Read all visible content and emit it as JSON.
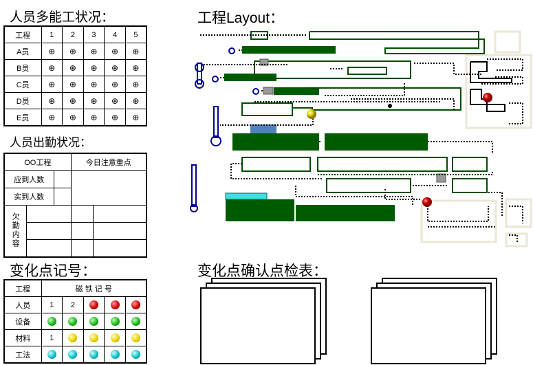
{
  "titles": {
    "skills": "人员多能工状况：",
    "attendance": "人员出勤状况：",
    "change_marks": "变化点记号：",
    "layout": "工程Layout：",
    "checklist": "变化点确认点检表："
  },
  "skills_table": {
    "header": [
      "工程",
      "1",
      "2",
      "3",
      "4",
      "5"
    ],
    "rows": [
      {
        "name": "A员",
        "cells": [
          "⊕",
          "⊕",
          "⊕",
          "⊕",
          "⊕"
        ]
      },
      {
        "name": "B员",
        "cells": [
          "⊕",
          "⊕",
          "⊕",
          "⊕",
          "⊕"
        ]
      },
      {
        "name": "C员",
        "cells": [
          "⊕",
          "⊕",
          "⊕",
          "⊕",
          "⊕"
        ]
      },
      {
        "name": "D员",
        "cells": [
          "⊕",
          "⊕",
          "⊕",
          "⊕",
          "⊕"
        ]
      },
      {
        "name": "E员",
        "cells": [
          "⊕",
          "⊕",
          "⊕",
          "⊕",
          "⊕"
        ]
      }
    ]
  },
  "attendance_table": {
    "process": "OO工程",
    "focus": "今日注意重点",
    "should_count": "应到人数",
    "actual_count": "实到人数",
    "absence": "欠勤内容"
  },
  "change_table": {
    "header_process": "工程",
    "header_magnet": "磁 铁 记 号",
    "rows": [
      {
        "name": "人员",
        "cells": [
          {
            "text": "1"
          },
          {
            "text": "2"
          },
          {
            "color": "red"
          },
          {
            "color": "red"
          },
          {
            "color": "red"
          }
        ]
      },
      {
        "name": "设备",
        "cells": [
          {
            "color": "green"
          },
          {
            "color": "green"
          },
          {
            "color": "green"
          },
          {
            "color": "green"
          },
          {
            "color": "green"
          }
        ]
      },
      {
        "name": "材料",
        "cells": [
          {
            "text": "1"
          },
          {
            "color": "yellow"
          },
          {
            "color": "yellow"
          },
          {
            "color": "yellow"
          },
          {
            "color": "yellow"
          }
        ]
      },
      {
        "name": "工法",
        "cells": [
          {
            "color": "cyan"
          },
          {
            "color": "cyan"
          },
          {
            "color": "cyan"
          },
          {
            "color": "cyan"
          },
          {
            "color": "cyan"
          }
        ]
      }
    ]
  },
  "colors": {
    "conveyor_green": "#005a00",
    "outline_green": "#004d00",
    "station_blue": "#00009c",
    "machine_blue": "#4f81bd",
    "machine_cyan": "#40e0e0",
    "equip_gray": "#9a9a9a",
    "area_beige": "#ece6d6"
  }
}
